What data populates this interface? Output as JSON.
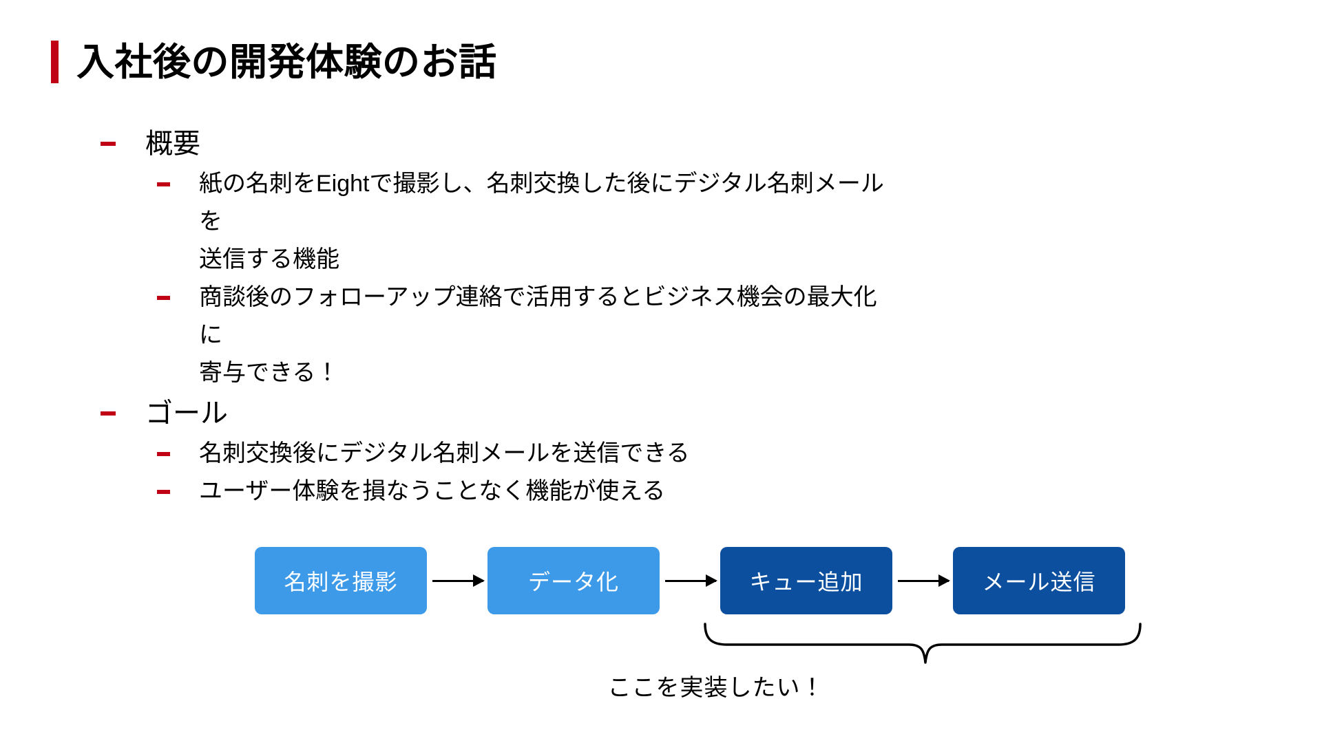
{
  "slide": {
    "title": "入社後の開発体験のお話",
    "accent_color": "#c00014",
    "background_color": "#ffffff"
  },
  "bullets": [
    {
      "level": 1,
      "text": "概要",
      "children": [
        {
          "level": 2,
          "line1": "紙の名刺をEightで撮影し、名刺交換した後にデジタル名刺メールを",
          "line2": "送信する機能"
        },
        {
          "level": 2,
          "line1": "商談後のフォローアップ連絡で活用するとビジネス機会の最大化に",
          "line2": "寄与できる！"
        }
      ]
    },
    {
      "level": 1,
      "text": "ゴール",
      "children": [
        {
          "level": 2,
          "line1": "名刺交換後にデジタル名刺メールを送信できる",
          "line2": ""
        },
        {
          "level": 2,
          "line1": "ユーザー体験を損なうことなく機能が使える",
          "line2": ""
        }
      ]
    }
  ],
  "diagram": {
    "type": "flow",
    "colors": {
      "light_blue": "#3d9ae8",
      "dark_blue": "#0b4f9e",
      "arrow": "#000000"
    },
    "steps": [
      {
        "label": "名刺を撮影",
        "style": "light"
      },
      {
        "label": "データ化",
        "style": "light"
      },
      {
        "label": "キュー追加",
        "style": "dark"
      },
      {
        "label": "メール送信",
        "style": "dark"
      }
    ],
    "annotation": {
      "text": "ここを実装したい！",
      "covers": [
        "キュー追加",
        "メール送信"
      ]
    }
  }
}
